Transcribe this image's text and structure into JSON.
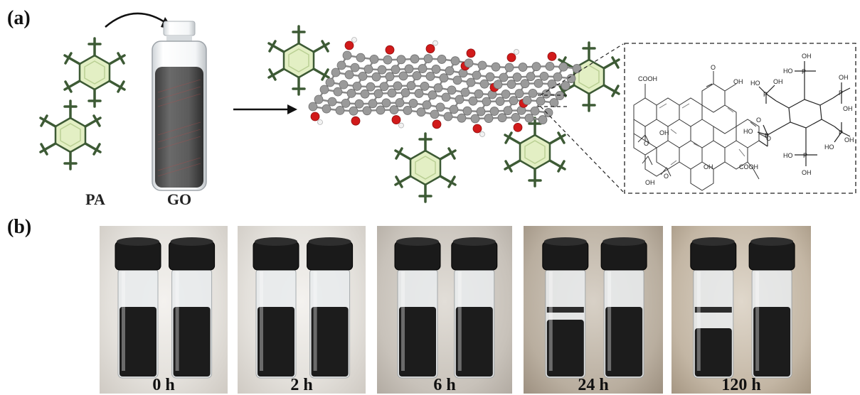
{
  "panel_a": {
    "label": "(a)",
    "pa_caption": "PA",
    "go_caption": "GO",
    "inset_labels": {
      "cooh_top": "COOH",
      "oh_top": "OH",
      "o_ketone": "O",
      "oh_mid1": "OH",
      "oh_mid2": "OH",
      "o_ep1": "O",
      "o_ep2": "O",
      "oh_bot": "OH",
      "cooh_bot": "COOH",
      "ester_o": "O",
      "p": "P",
      "oh_p": "OH",
      "ho_p": "HO",
      "o_p": "O"
    }
  },
  "panel_b": {
    "label": "(b)",
    "time_points": [
      "0 h",
      "2 h",
      "6 h",
      "24 h",
      "120 h"
    ]
  },
  "colors": {
    "hexagon_fill": "#e3efc4",
    "cross_green": "#3d5a35",
    "carbon_gray": "#9a9a9a",
    "oxygen_red": "#d11a1a",
    "hydrogen_white": "#f2f2f2",
    "dispersion_black": "#1c1c1c"
  }
}
